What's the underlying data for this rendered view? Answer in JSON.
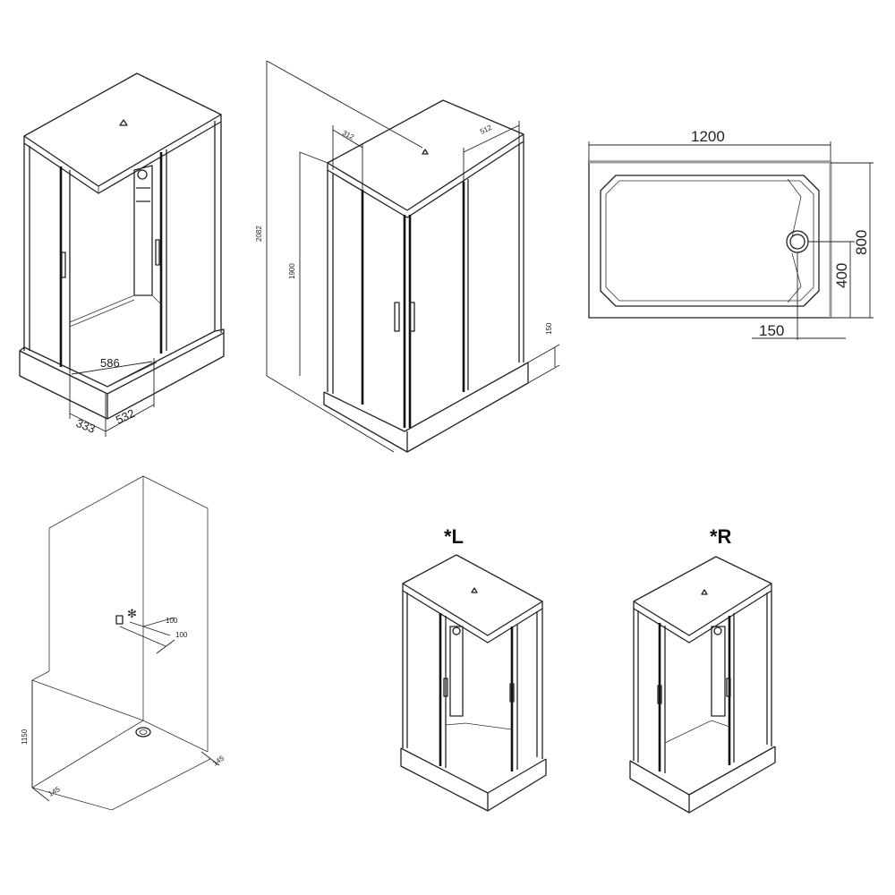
{
  "labels": {
    "dim_586": "586",
    "dim_333": "333",
    "dim_532": "532",
    "dim_2082": "2082",
    "dim_1900": "1900",
    "dim_312": "312",
    "dim_512": "512",
    "dim_150_side": "150",
    "dim_1200": "1200",
    "dim_800": "800",
    "dim_400": "400",
    "dim_150_tray": "150",
    "dim_100_a": "100",
    "dim_100_b": "100",
    "dim_1150": "1150",
    "dim_145_a": "145",
    "dim_145_b": "145",
    "variant_left": "*L",
    "variant_right": "*R"
  }
}
